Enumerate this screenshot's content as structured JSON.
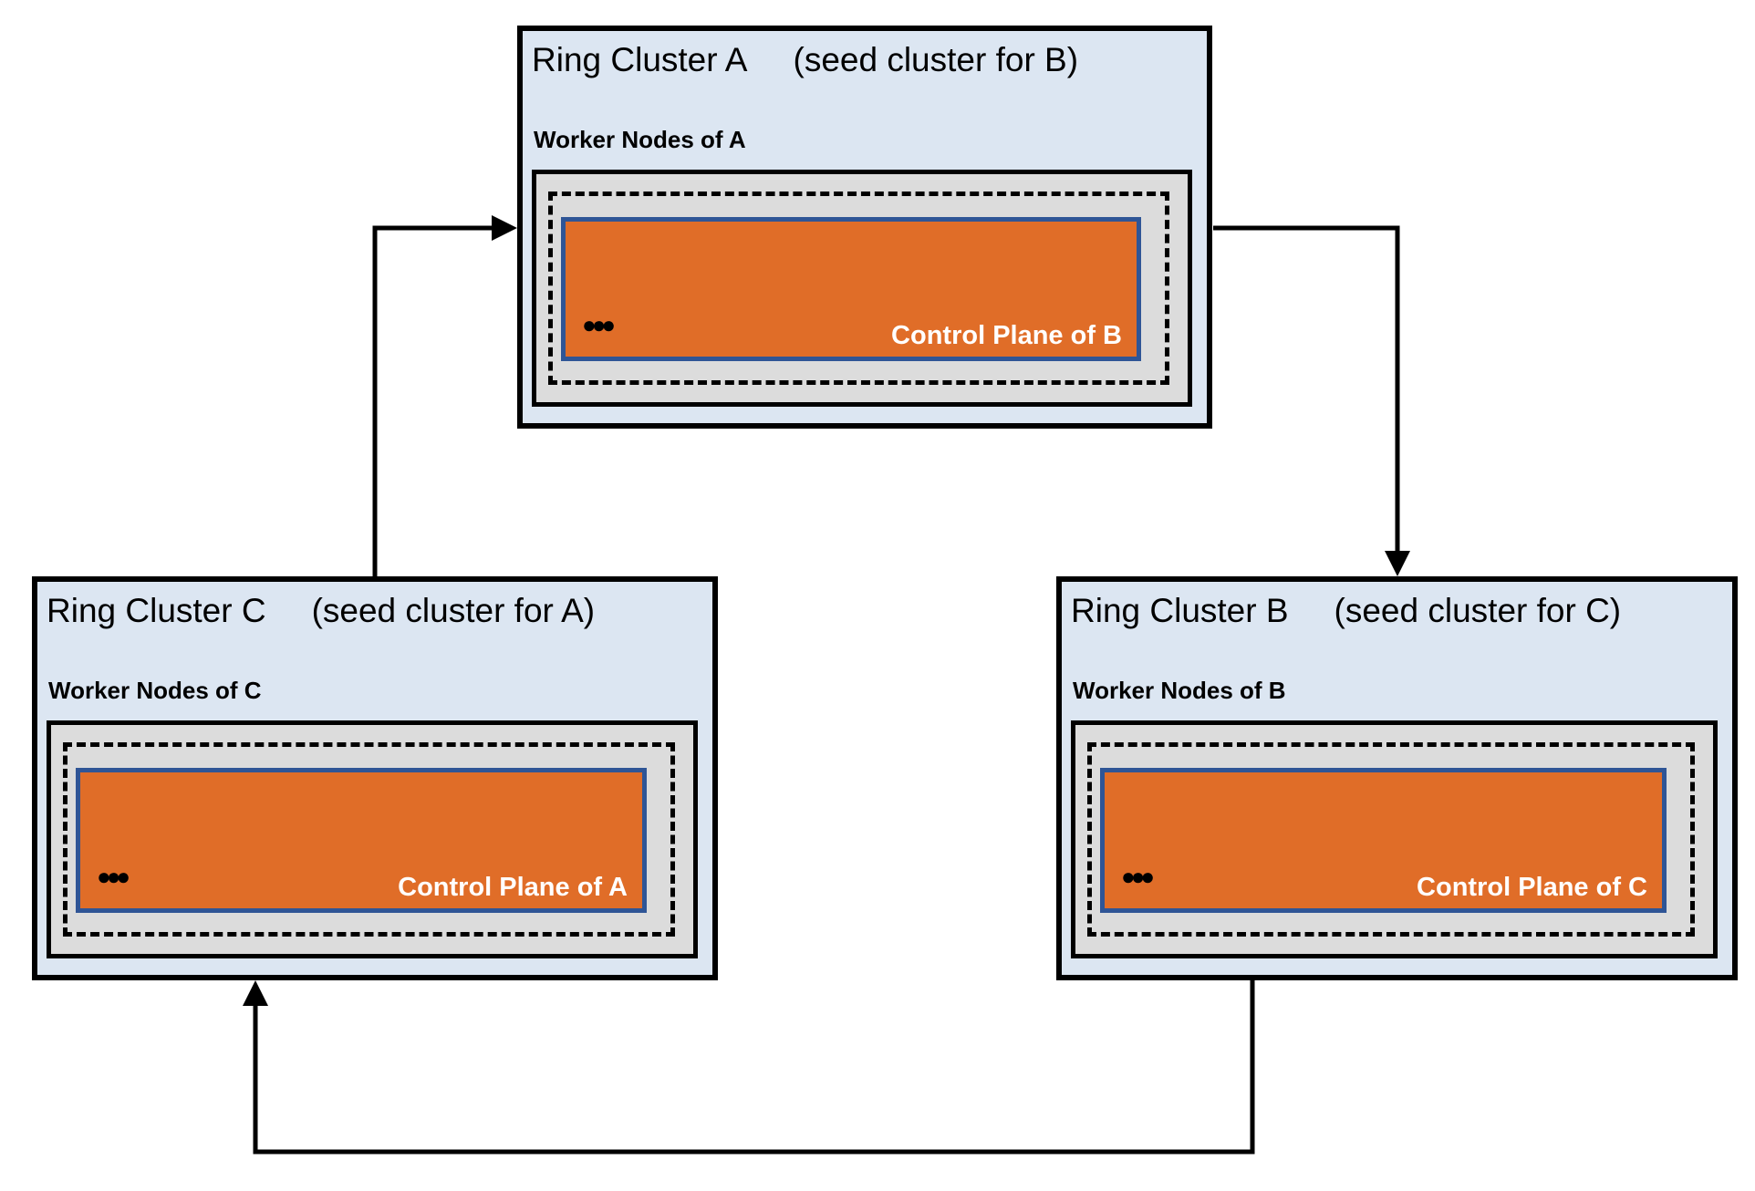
{
  "diagram": {
    "clusters": [
      {
        "id": "A",
        "title": "Ring Cluster A",
        "seed_note": "(seed cluster for B)",
        "worker_label": "Worker Nodes of A",
        "ellipsis": "●●●",
        "control_plane_label": "Control Plane of B"
      },
      {
        "id": "C",
        "title": "Ring Cluster C",
        "seed_note": "(seed cluster for A)",
        "worker_label": "Worker Nodes of C",
        "ellipsis": "●●●",
        "control_plane_label": "Control Plane of A"
      },
      {
        "id": "B",
        "title": "Ring Cluster B",
        "seed_note": "(seed cluster for C)",
        "worker_label": "Worker Nodes of B",
        "ellipsis": "●●●",
        "control_plane_label": "Control Plane of C"
      }
    ],
    "arrows": [
      {
        "from": "Ring Cluster C",
        "to": "Ring Cluster A"
      },
      {
        "from": "Ring Cluster A",
        "to": "Ring Cluster B"
      },
      {
        "from": "Ring Cluster B",
        "to": "Ring Cluster C"
      }
    ],
    "colors": {
      "cluster_fill": "#dce6f2",
      "worker_box_fill": "#dcdcdc",
      "control_plane_fill": "#e06d28",
      "control_plane_border": "#2f5596",
      "line_color": "#000000"
    }
  }
}
